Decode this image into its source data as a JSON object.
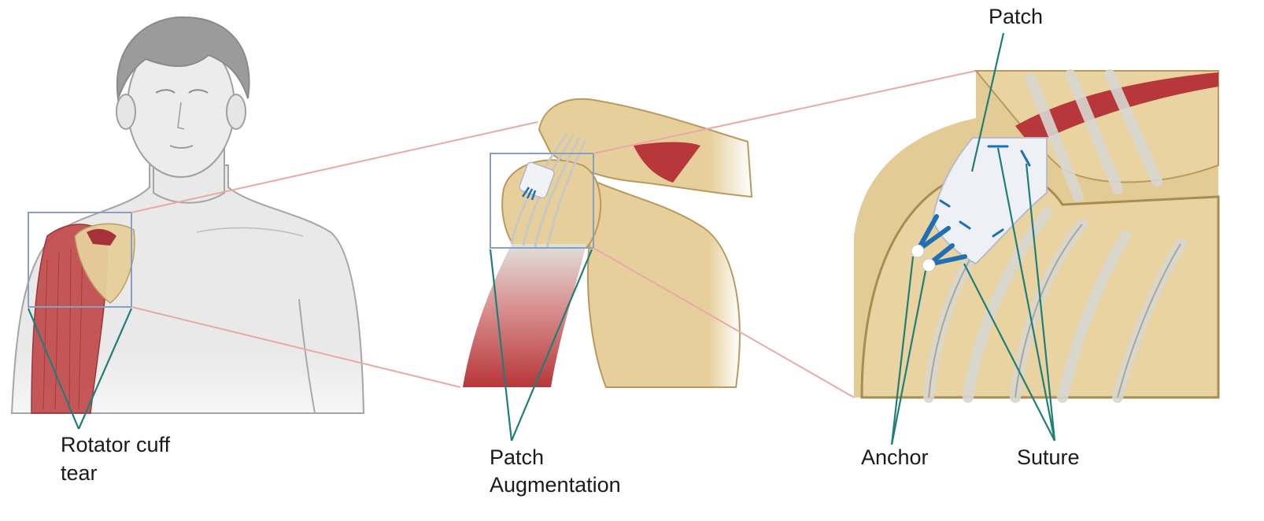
{
  "labels": {
    "rotator_cuff_tear_line1": "Rotator cuff",
    "rotator_cuff_tear_line2": "tear",
    "patch_augmentation_line1": "Patch",
    "patch_augmentation_line2": "Augmentation",
    "patch": "Patch",
    "anchor": "Anchor",
    "suture": "Suture"
  },
  "colors": {
    "skin": "#e7e7e7",
    "skin_outline": "#9a9a9a",
    "hair": "#9b9b9b",
    "bone": "#e6cf9b",
    "bone_outline": "#b99a5e",
    "muscle": "#b8373a",
    "tendon": "#dcdcd6",
    "patch": "#eef0f6",
    "suture_blue": "#1f6fb5",
    "leader_line": "#1f7f78",
    "zoom_box": "#8aa0c2",
    "zoom_connector": "#e9a9a9"
  }
}
